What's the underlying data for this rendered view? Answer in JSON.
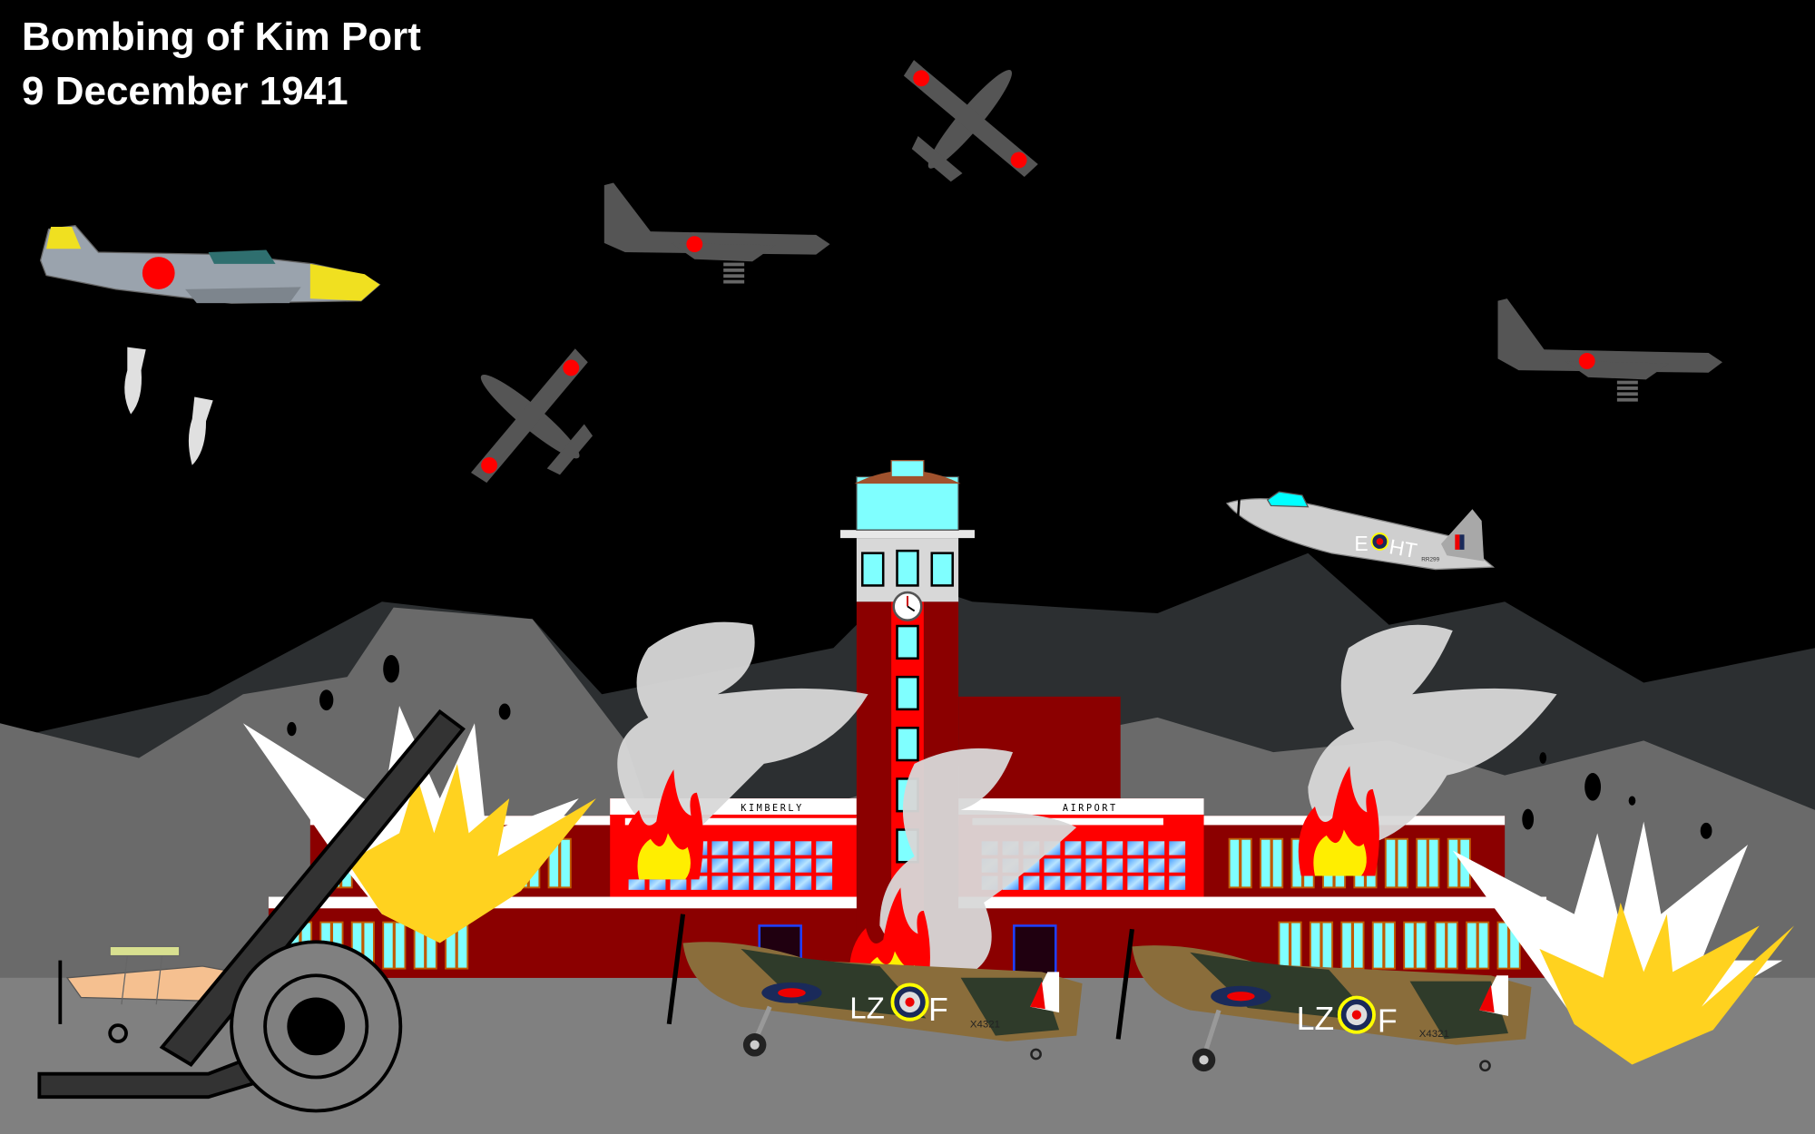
{
  "title": {
    "line1": "Bombing of Kim Port",
    "line2": "9 December 1941"
  },
  "building": {
    "sign_left": "KIMBERLY",
    "sign_right": "AIRPORT"
  },
  "mosquito": {
    "code_left": "E",
    "code_right": "HT",
    "serial": "RR299"
  },
  "spitfires": [
    {
      "code_left": "LZ",
      "code_right": "F",
      "serial": "X4321"
    },
    {
      "code_left": "LZ",
      "code_right": "F",
      "serial": "X4321"
    }
  ],
  "colors": {
    "sky": "#000000",
    "building_dark": "#8b0000",
    "building_bright": "#ff0000",
    "window": "#7fffff",
    "ground": "#808080",
    "hinomaru": "#ff0000",
    "explosion": "#ffd21f"
  }
}
